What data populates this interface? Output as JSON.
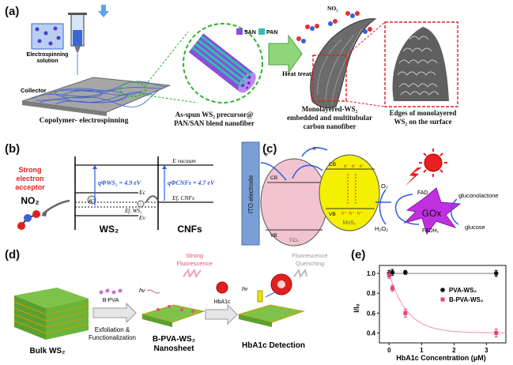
{
  "panel_a": {
    "label": "(a)",
    "solution_label_1": "Electrospinning",
    "solution_label_2": "solution",
    "collector_label": "Collector",
    "caption_left": "Copolymer- electrospinning",
    "legend_san": "SAN",
    "legend_pan": "PAN",
    "caption_precursor_1": "As-spun WS₂ precursor@",
    "caption_precursor_2": "PAN/SAN blend nanofiber",
    "heat_label": "Heat treatment",
    "no2_label": "NO₂",
    "caption_fiber_1": "Monolayered-WS₂",
    "caption_fiber_2": "embedded and multitubular",
    "caption_fiber_3": "carbon nanofiber",
    "caption_edges_1": "Edges of monolayered",
    "caption_edges_2": "WS₂ on the surface"
  },
  "panel_b": {
    "label": "(b)",
    "acceptor_1": "Strong",
    "acceptor_2": "electron",
    "acceptor_3": "acceptor",
    "no2": "NO₂",
    "phi_ws2": "qΦWS₂ = 4.9 eV",
    "phi_cnf": "qΦCNFs = 4.7 eV",
    "e_vac": "E vacuum",
    "e_c": "Ec",
    "e_f_cnf": "Ef, CNFs",
    "e_f_ws2": "Ef, WS₂",
    "e_v": "Ev",
    "ws2": "WS₂",
    "cnfs": "CNFs",
    "electron": "e⁻"
  },
  "panel_c": {
    "label": "(c)",
    "ito": "ITO electrode",
    "tio2": "TiO₂",
    "mos2": "MoS₂",
    "cb": "CB",
    "vb": "VB",
    "fad": "FAD",
    "fadh2": "FADH₂",
    "gox": "GOx",
    "o2": "O₂",
    "h2o2": "H₂O₂",
    "gluconolactone": "gluconolactone",
    "glucose": "glucose",
    "electron": "e⁻",
    "hole": "h⁺"
  },
  "panel_d": {
    "label": "(d)",
    "bpva": "B-PVA",
    "hv": "hv",
    "exfoliation_1": "Exfoliation &",
    "exfoliation_2": "Functionalization",
    "strong_1": "Strong",
    "strong_2": "Fluorescence",
    "hba1c": "HbA1c",
    "quench_1": "Fluorescence",
    "quench_2": "Quenching",
    "bulk": "Bulk WS₂",
    "nanosheet_1": "B-PVA-WS₂",
    "nanosheet_2": "Nanosheet",
    "detection": "HbA1c Detection"
  },
  "panel_e": {
    "label": "(e)",
    "colors": {
      "pva": "#111111",
      "bpva": "#e0457b",
      "fit": "#f0a0c0"
    }
  },
  "chart_data": {
    "type": "scatter",
    "xlabel": "HbA1c Concentration (μM)",
    "ylabel": "I/I₀",
    "xlim": [
      -0.3,
      3.6
    ],
    "ylim": [
      0.3,
      1.08
    ],
    "xticks": [
      "0",
      "1",
      "2",
      "3"
    ],
    "yticks": [
      "0.4",
      "0.6",
      "0.8",
      "1.0"
    ],
    "legend_position": "center-right",
    "series": [
      {
        "name": "PVA-WS₂",
        "x": [
          0,
          0.1,
          0.5,
          3.3
        ],
        "y": [
          1.0,
          1.01,
          1.01,
          1.0
        ],
        "err": [
          0.03,
          0.03,
          0.02,
          0.03
        ]
      },
      {
        "name": "B-PVA-WS₂",
        "x": [
          0,
          0.1,
          0.5,
          3.3
        ],
        "y": [
          0.98,
          0.85,
          0.6,
          0.4
        ],
        "err": [
          0.03,
          0.03,
          0.04,
          0.04
        ]
      }
    ]
  }
}
